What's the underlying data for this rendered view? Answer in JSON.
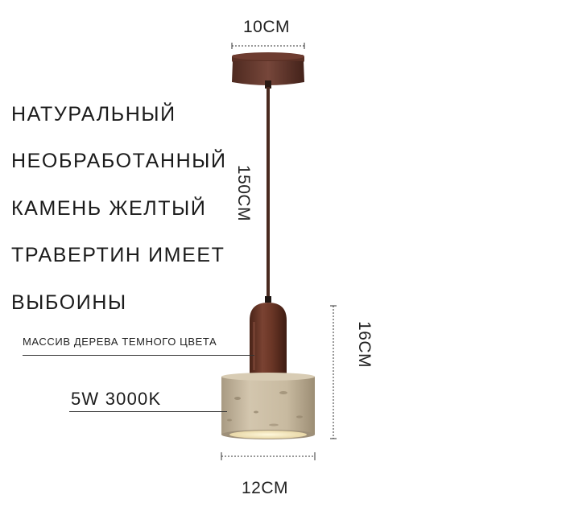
{
  "description_lines": [
    "НАТУРАЛЬНЫЙ",
    "НЕОБРАБОТАННЫЙ",
    "КАМЕНЬ ЖЕЛТЫЙ",
    "ТРАВЕРТИН ИМЕЕТ",
    "ВЫБОИНЫ"
  ],
  "dimensions": {
    "canopy_width": "10CM",
    "cord_length": "150CM",
    "lamp_height": "16CM",
    "shade_width": "12CM"
  },
  "callouts": {
    "wood_body": "МАССИВ ДЕРЕВА ТЕМНОГО ЦВЕТА",
    "power": "5W 3000K"
  },
  "colors": {
    "wood": "#6b3a2c",
    "stone": "#c9bba3",
    "light": "#fff3c9"
  }
}
